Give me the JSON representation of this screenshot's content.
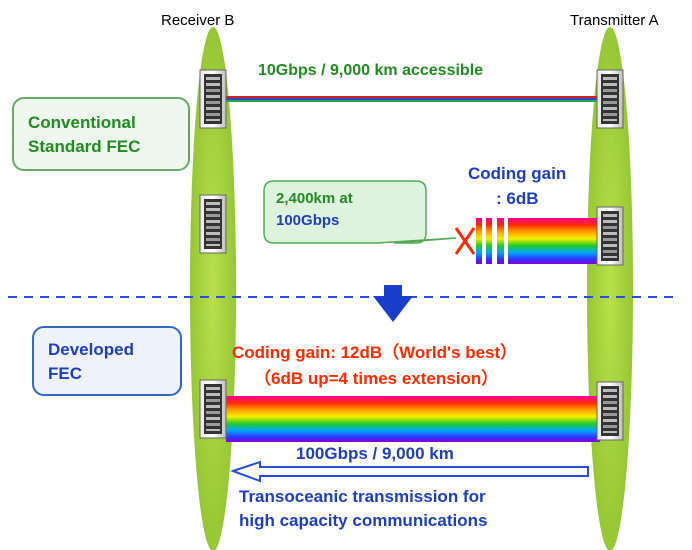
{
  "header": {
    "receiver": "Receiver B",
    "transmitter": "Transmitter A"
  },
  "conventional": {
    "box_line1": "Conventional",
    "box_line2": "Standard FEC",
    "link_label": "10Gbps / 9,000 km  accessible",
    "callout_line1": "2,400km at",
    "callout_line2": "100Gbps",
    "gain_line1": "Coding gain",
    "gain_line2": ": 6dB"
  },
  "developed": {
    "box_line1": "Developed",
    "box_line2": "FEC",
    "gain_line1": "Coding gain: 12dB（World's best）",
    "gain_line2": "（6dB up=4 times extension）",
    "link_label": "100Gbps / 9,000 km",
    "arrow_line1": "Transoceanic transmission for",
    "arrow_line2": "high capacity communications"
  },
  "colors": {
    "ellipse": "#99cc33",
    "box_green_border": "#66aa66",
    "box_green_fill": "#eef8ee",
    "box_blue_border": "#3366cc",
    "box_blue_fill": "#eef2fc",
    "text_green": "#228b22",
    "text_blue": "#1f3fbf",
    "text_red": "#ff2a00",
    "arrow_blue": "#1a3dcc"
  }
}
